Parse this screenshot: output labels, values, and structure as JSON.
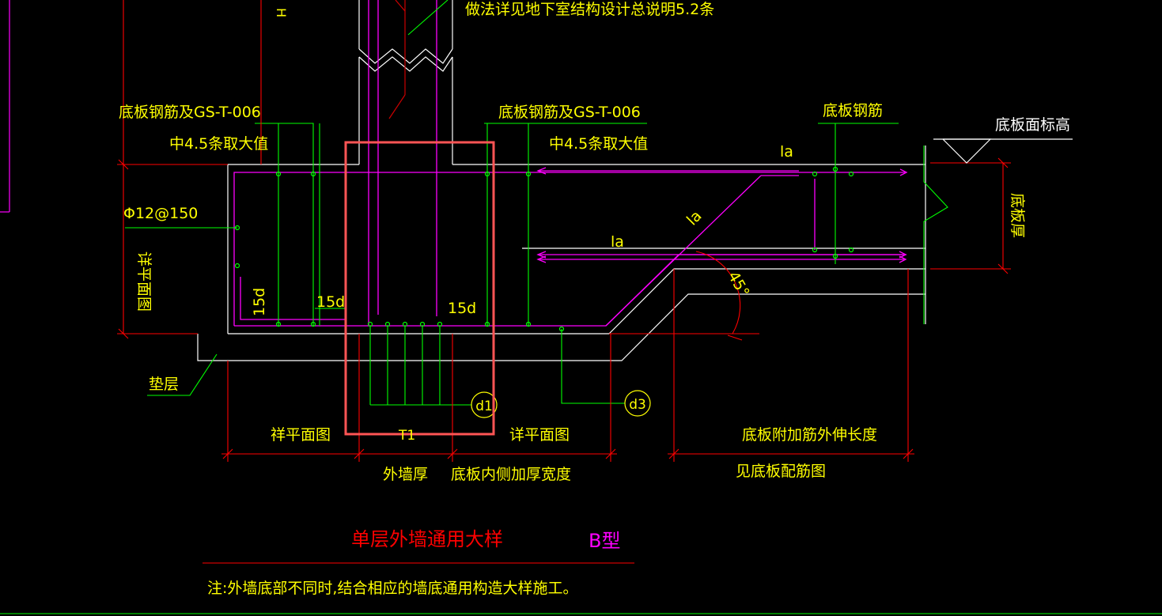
{
  "colors": {
    "background": "#000000",
    "white": "#ffffff",
    "green": "#00ff00",
    "magenta": "#ff00ff",
    "red": "#ff0000",
    "yellow": "#ffff00",
    "dark_red": "#cc0000",
    "highlight": "#ff5555"
  },
  "labels": {
    "top_note": "做法详见地下室结构设计总说明5.2条",
    "top_rotated": "H",
    "left_rebar_note_1": "底板钢筋及GS-T-006",
    "left_rebar_note_2": "中4.5条取大值",
    "mid_rebar_note_1": "底板钢筋及GS-T-006",
    "mid_rebar_note_2": "中4.5条取大值",
    "right_rebar_note": "底板钢筋",
    "slab_top_elevation": "底板面标高",
    "slab_thickness": "底板厚",
    "bar_spec": "Φ12@150",
    "see_plan_vertical": "详平面图",
    "la_top": "la",
    "la_middle": "la",
    "la_diagonal": "la",
    "angle": "45°",
    "anchor_15d_vertical": "15d",
    "anchor_15d_left": "15d",
    "anchor_15d_right": "15d",
    "cushion": "垫层",
    "callout_d1": "d1",
    "callout_d3": "d3",
    "dim_left": "祥平面图",
    "dim_t1": "T1",
    "dim_right": "详平面图",
    "dim_far": "底板附加筋外伸长度",
    "wall_thickness": "外墙厚",
    "inner_thicken": "底板内侧加厚宽度",
    "see_slab_rebar": "见底板配筋图",
    "drawing_title": "单层外墙通用大样",
    "type_tag": "B型",
    "footnote": "注:外墙底部不同时,结合相应的墙底通用构造大样施工。"
  }
}
